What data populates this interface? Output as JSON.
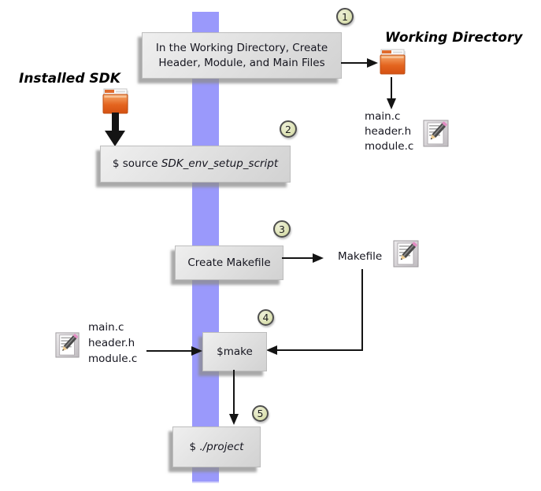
{
  "headings": {
    "working_directory": "Working Directory",
    "installed_sdk": "Installed SDK"
  },
  "steps": {
    "s1": {
      "number": "1",
      "line1": "In the Working Directory, Create",
      "line2": "Header, Module, and Main Files"
    },
    "s2": {
      "number": "2",
      "prefix": "$ source ",
      "command": "SDK_env_setup_script"
    },
    "s3": {
      "number": "3",
      "label": "Create Makefile"
    },
    "s4": {
      "number": "4",
      "label": "$make"
    },
    "s5": {
      "number": "5",
      "prefix": "$ ",
      "command": "./project"
    }
  },
  "labels": {
    "makefile": "Makefile",
    "working_files": [
      "main.c",
      "header.h",
      "module.c"
    ],
    "input_files": [
      "main.c",
      "header.h",
      "module.c"
    ]
  },
  "icons": {
    "folder": "folder-icon",
    "text_file": "text-file-edit-icon"
  },
  "colors": {
    "band": "#9a99fb",
    "box_gradient_top": "#efefef",
    "box_gradient_bottom": "#d2d2d2",
    "step_circle_fill": "#dee3b6",
    "step_circle_border": "#4f4f4f",
    "folder_orange": "#e2601f",
    "arrow": "#141414",
    "text": "#15151f"
  }
}
